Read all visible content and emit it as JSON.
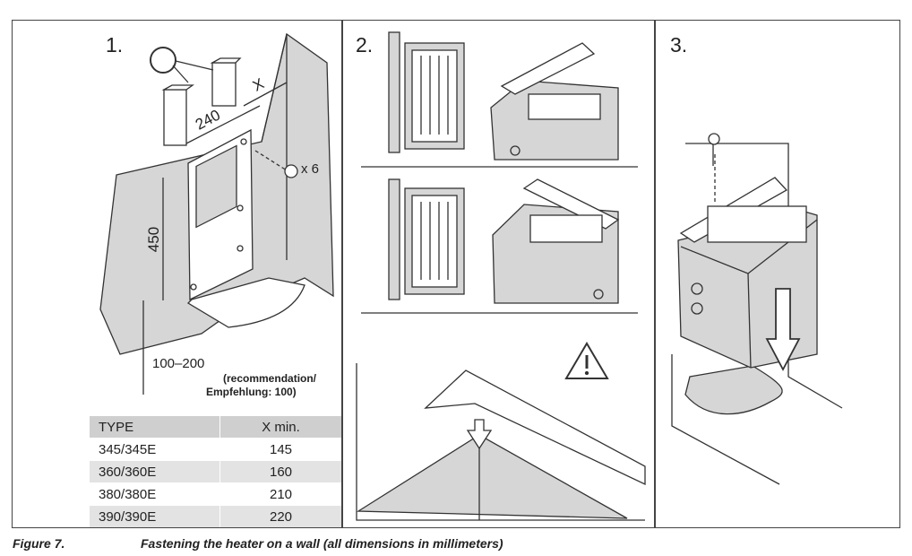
{
  "panels": {
    "step1": "1.",
    "step2": "2.",
    "step3": "3."
  },
  "dimensions": {
    "width_label": "240",
    "x_label": "X",
    "height_label": "450",
    "screws_label": "x 6",
    "floor_range": "100–200",
    "floor_note_1": "(recommendation/",
    "floor_note_2": "Empfehlung: 100)"
  },
  "table": {
    "headers": [
      "TYPE",
      "X min."
    ],
    "rows": [
      {
        "type": "345/345E",
        "x": "145"
      },
      {
        "type": "360/360E",
        "x": "160"
      },
      {
        "type": "380/380E",
        "x": "210"
      },
      {
        "type": "390/390E",
        "x": "220"
      }
    ]
  },
  "caption": {
    "number": "Figure 7.",
    "text": "Fastening the heater on a wall (all dimensions in millimeters)"
  },
  "icons": [
    "caution-circle-icon",
    "warning-triangle-icon",
    "screw-icon",
    "down-arrow-icon"
  ],
  "colors": {
    "line": "#333333",
    "grey_fill": "#d6d6d6",
    "table_head": "#cfcfcf",
    "table_shade": "#e3e3e3"
  }
}
